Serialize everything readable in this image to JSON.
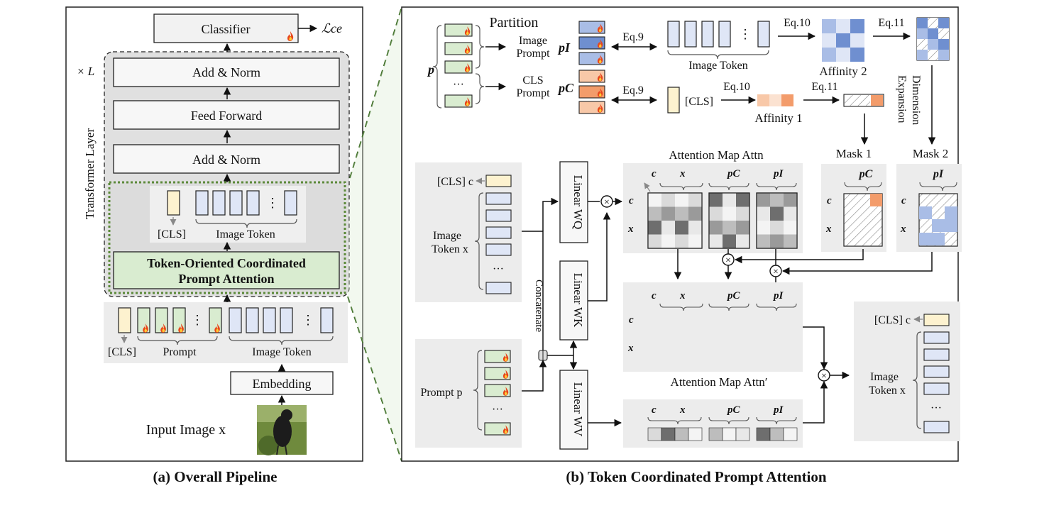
{
  "panel_a": {
    "classifier": "Classifier",
    "loss": "ℒce",
    "repeat": "× L",
    "add_norm_top": "Add & Norm",
    "feed_forward": "Feed Forward",
    "add_norm_bottom": "Add & Norm",
    "transformer_layer": "Transformer Layer",
    "cls": "[CLS]",
    "image_token": "Image Token",
    "tcpa_line1": "Token-Oriented Coordinated",
    "tcpa_line2": "Prompt Attention",
    "prompt": "Prompt",
    "embedding": "Embedding",
    "input_image": "Input Image x",
    "caption": "(a) Overall Pipeline"
  },
  "panel_b": {
    "partition": "Partition",
    "p": "p",
    "image_prompt_1": "Image",
    "image_prompt_2": "Prompt",
    "p_i": "pI",
    "cls_prompt_1": "CLS",
    "cls_prompt_2": "Prompt",
    "p_c": "pC",
    "eq9": "Eq.9",
    "eq10": "Eq.10",
    "eq11": "Eq.11",
    "image_token": "Image Token",
    "cls_token": "[CLS]",
    "affinity1": "Affinity 1",
    "affinity2": "Affinity 2",
    "dimension_expansion_1": "Dimension",
    "dimension_expansion_2": "Expansion",
    "mask1": "Mask 1",
    "mask2": "Mask 2",
    "attn_map": "Attention Map Attn",
    "attn_map_prime": "Attention Map Attn′",
    "linear_q": "Linear WQ",
    "linear_k": "Linear WK",
    "linear_v": "Linear WV",
    "concatenate": "Concatenate",
    "cls_c": "[CLS] c",
    "image_token_x_1": "Image",
    "image_token_x_2": "Token x",
    "prompt_p": "Prompt p",
    "dots": "···",
    "c": "c",
    "x": "x",
    "caption": "(b) Token Coordinated Prompt Attention"
  },
  "colors": {
    "yellow": "#fdf2cf",
    "green": "#d9ecd0",
    "blue": "#dfe6f6",
    "blue_dark": "#6f8fd0",
    "blue_light": "#a9bde6",
    "orange": "#f39c6b",
    "orange_light": "#f8c8a8",
    "panel_gray": "#ececec",
    "green_dashed": "#5c8a3a"
  }
}
